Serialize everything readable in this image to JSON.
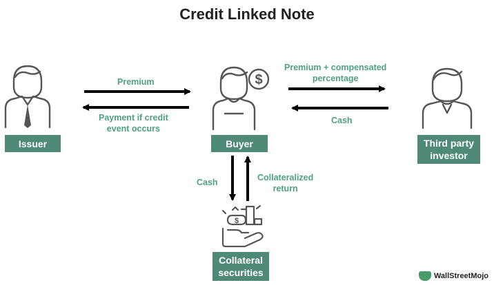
{
  "title": "Credit Linked Note",
  "nodes": {
    "issuer": "Issuer",
    "buyer": "Buyer",
    "investor_line1": "Third party",
    "investor_line2": "investor",
    "collateral_line1": "Collateral",
    "collateral_line2": "securities"
  },
  "edges": {
    "premium": "Premium",
    "payment_line1": "Payment if credit",
    "payment_line2": "event occurs",
    "premium_comp_line1": "Premium + compensated",
    "premium_comp_line2": "percentage",
    "cash_right": "Cash",
    "cash_down": "Cash",
    "collat_return_line1": "Collateralized",
    "collat_return_line2": "return"
  },
  "logo": "WallStreetMojo",
  "icons": [
    "person-icon",
    "person-with-dollar-icon",
    "money-hand-icon",
    "logo-icon"
  ],
  "colors": {
    "box": "#4f8a78",
    "edge_text": "#4f9f86",
    "arrow": "#000000",
    "icon_stroke": "#555555"
  }
}
